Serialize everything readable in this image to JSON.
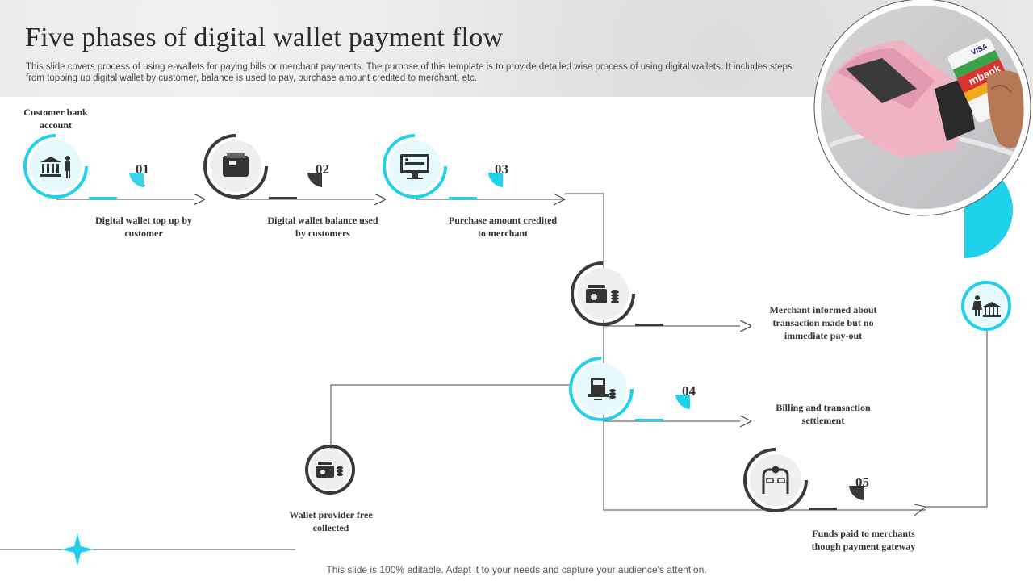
{
  "header": {
    "title": "Five phases of  digital wallet payment flow",
    "subtitle": "This slide covers process of using e-wallets for paying bills or merchant payments. The purpose of this template is to provide detailed wise process of using digital wallets. It includes steps from topping up digital wallet by customer, balance is used to pay, purchase amount credited to merchant, etc."
  },
  "labels": {
    "customer_bank": "Customer bank account",
    "step1": "Digital wallet top up by customer",
    "step2": "Digital wallet balance used by customers",
    "step3": "Purchase  amount credited  to merchant",
    "merchant_informed": "Merchant  informed  about transaction  made  but  no immediate  pay-out",
    "billing": "Billing and transaction settlement",
    "wallet_provider": "Wallet provider free collected",
    "funds_paid": "Funds paid to merchants though payment gateway"
  },
  "numbers": {
    "n1": "01",
    "n2": "02",
    "n3": "03",
    "n4": "04",
    "n5": "05"
  },
  "photo": {
    "card_text": "mbank",
    "card_brand": "VISA"
  },
  "footer": {
    "text": "This slide is 100% editable. Adapt it to your needs and capture your audience's attention."
  },
  "colors": {
    "accent": "#1fd1ea",
    "dark": "#3a3a3a",
    "light_circle": "#e6f9fc",
    "gray_circle": "#efefef"
  },
  "icons": {
    "customer_bank": "bank-person-icon",
    "step1": "bank-person-icon",
    "step2": "wallet-icon",
    "step3": "computer-payment-icon",
    "merchant": "wallet-coins-icon",
    "billing": "billing-terminal-icon",
    "wallet_provider": "wallet-coins-icon",
    "gateway": "payment-gateway-icon",
    "receiver": "person-bank-icon"
  }
}
